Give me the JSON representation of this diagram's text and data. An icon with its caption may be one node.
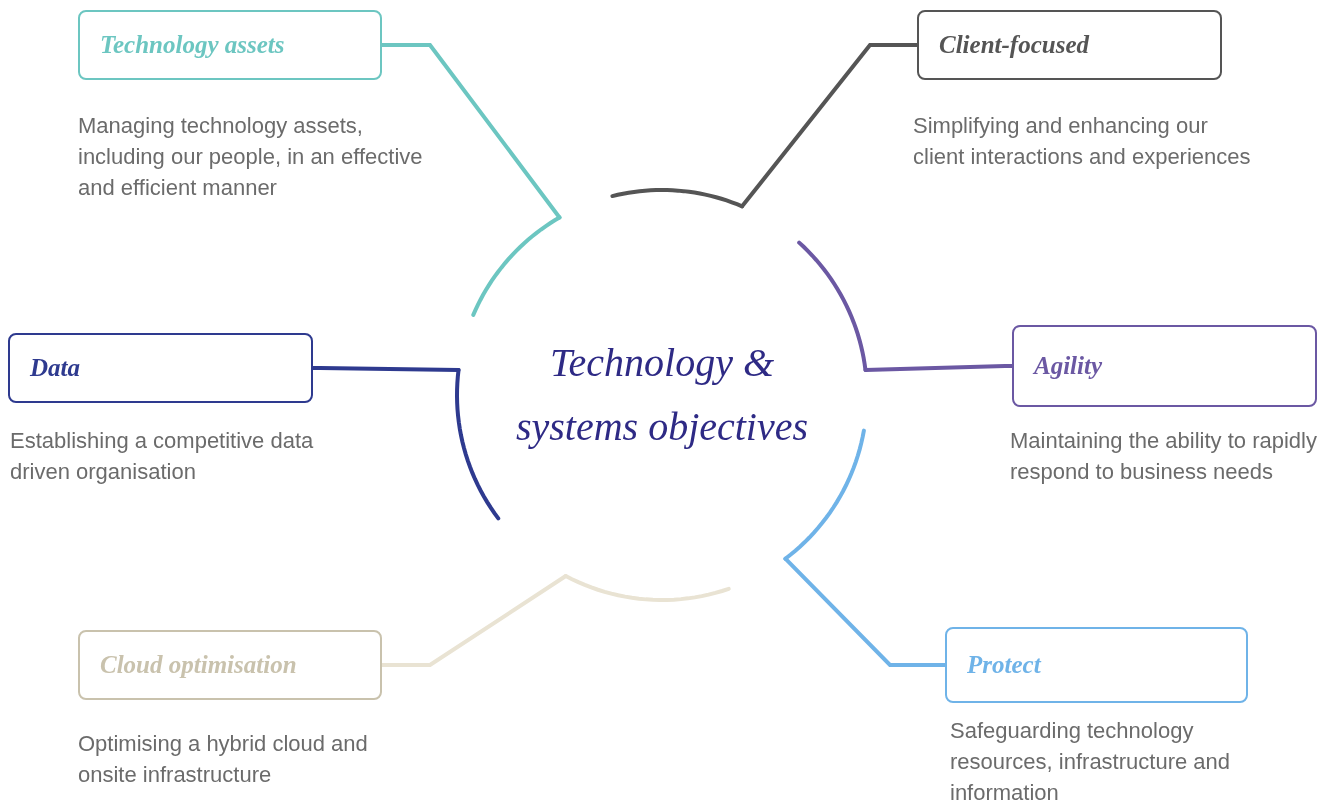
{
  "diagram": {
    "nodes": [
      {
        "text": [
          "Technology & systems objectives"
        ]
      },
      {
        "text": [
          "Technology assets"
        ],
        "beside": [
          "Managing technology assets, including our people, in an effective and efficient manner"
        ]
      },
      {
        "text": [
          "Client-focused"
        ],
        "beside": [
          "Simplifying and enhancing our client interactions and experiences"
        ]
      },
      {
        "text": [
          "Data"
        ],
        "beside": [
          "Establishing a competitive data driven organisation"
        ]
      },
      {
        "text": [
          "Agility"
        ],
        "beside": [
          "Maintaining the ability to rapidly respond to business needs"
        ]
      },
      {
        "text": [
          "Cloud optimisation"
        ],
        "beside": [
          "Optimising a hybrid cloud and onsite infrastructure"
        ]
      },
      {
        "text": [
          "Protect"
        ],
        "beside": [
          "Safeguarding technology resources, infrastructure and information"
        ]
      }
    ],
    "edges": [
      {
        "from": 1,
        "to": 0,
        "arrow": "none",
        "color": "#6cc6c1"
      },
      {
        "from": 2,
        "to": 0,
        "arrow": "none",
        "color": "#555555"
      },
      {
        "from": 3,
        "to": 0,
        "arrow": "none",
        "color": "#2e3a8f"
      },
      {
        "from": 4,
        "to": 0,
        "arrow": "none",
        "color": "#6b58a3"
      },
      {
        "from": 5,
        "to": 0,
        "arrow": "none",
        "color": "#e9e3d3"
      },
      {
        "from": 6,
        "to": 0,
        "arrow": "none",
        "color": "#6fb3e8"
      }
    ]
  }
}
